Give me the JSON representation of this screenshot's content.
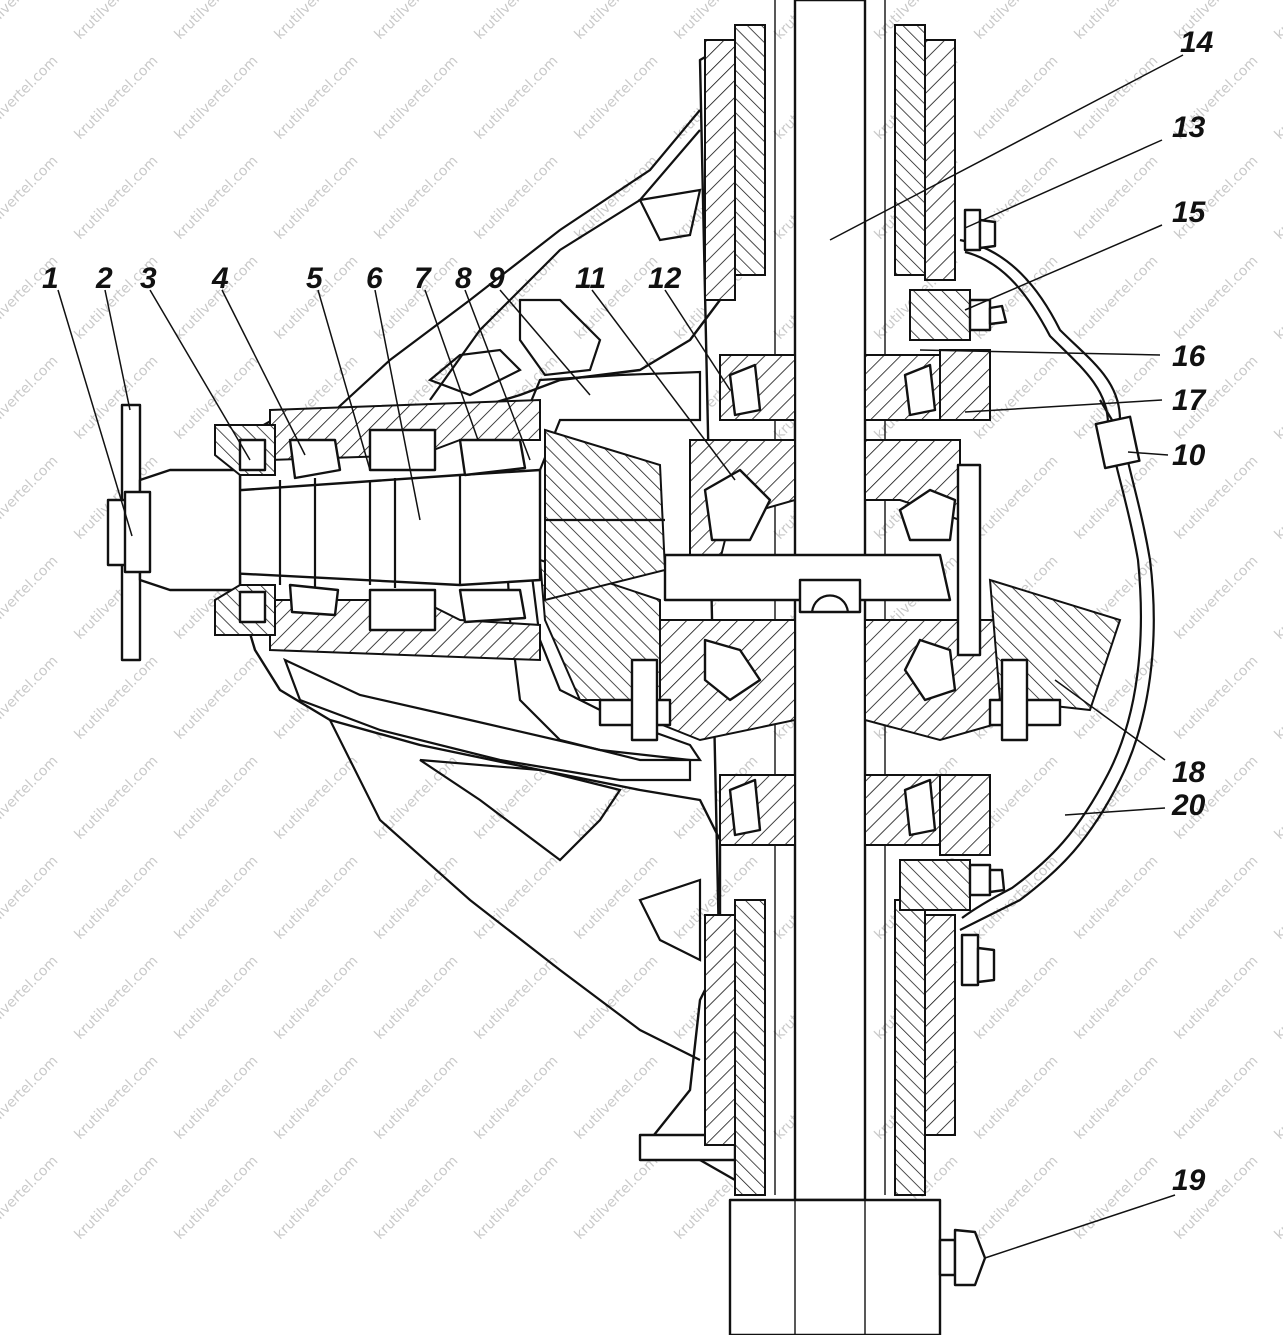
{
  "callouts": [
    {
      "label": "1"
    },
    {
      "label": "2"
    },
    {
      "label": "3"
    },
    {
      "label": "4"
    },
    {
      "label": "5"
    },
    {
      "label": "6"
    },
    {
      "label": "7"
    },
    {
      "label": "8"
    },
    {
      "label": "9"
    },
    {
      "label": "10"
    },
    {
      "label": "11"
    },
    {
      "label": "12"
    },
    {
      "label": "13"
    },
    {
      "label": "14"
    },
    {
      "label": "15"
    },
    {
      "label": "16"
    },
    {
      "label": "17"
    },
    {
      "label": "18"
    },
    {
      "label": "19"
    },
    {
      "label": "20"
    }
  ],
  "watermark": {
    "text": "krutilvertel.com"
  }
}
